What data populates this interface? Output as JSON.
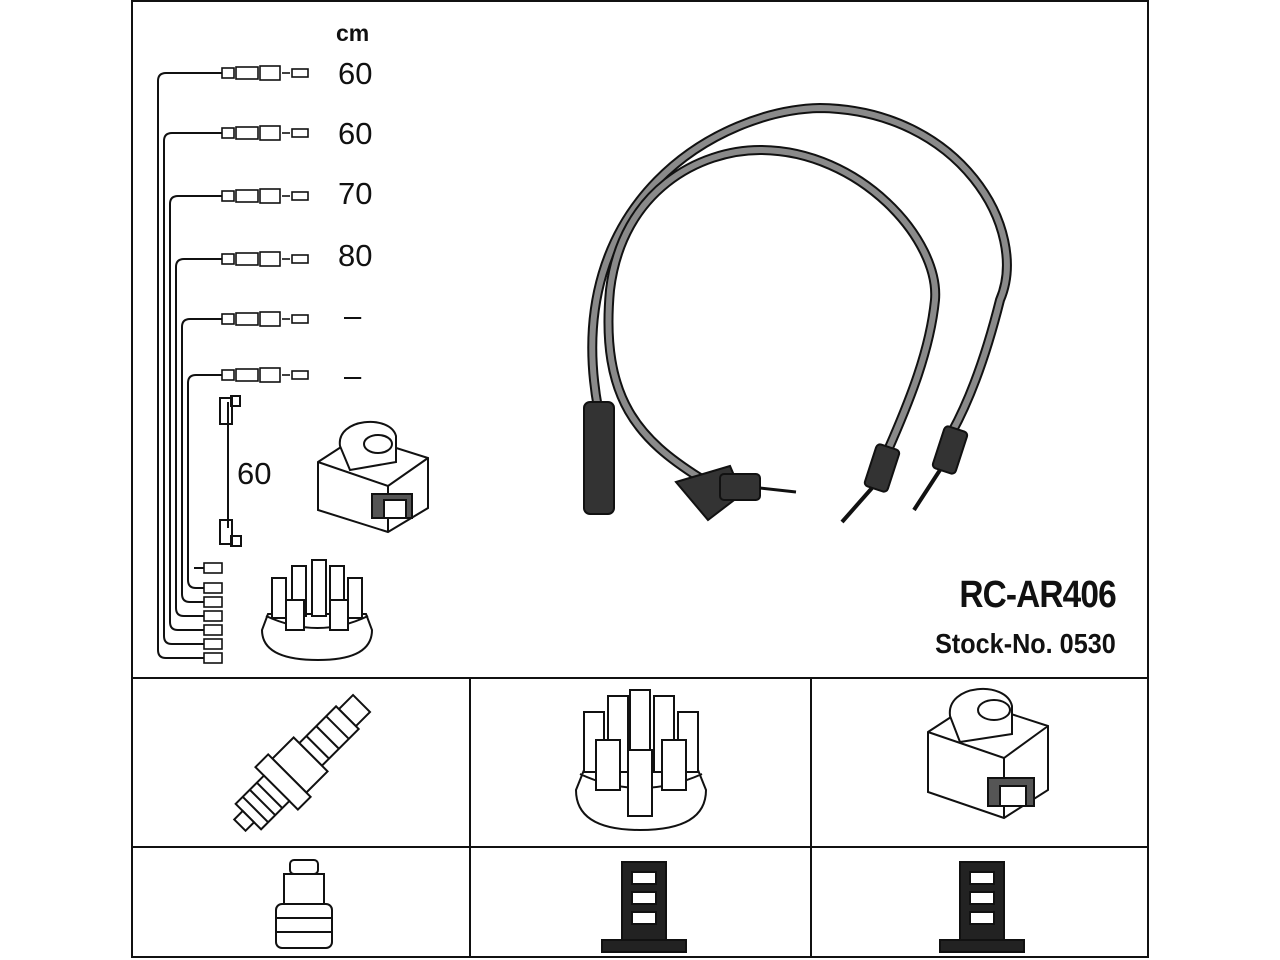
{
  "diagram": {
    "unit_label": "cm",
    "lengths": [
      "60",
      "60",
      "70",
      "80",
      "–",
      "–"
    ],
    "coil_wire_length": "60",
    "part_number": "RC-AR406",
    "stock_number": "Stock-No. 0530"
  },
  "colors": {
    "line": "#111111",
    "wire": "#7a7a7a",
    "background": "#ffffff"
  }
}
